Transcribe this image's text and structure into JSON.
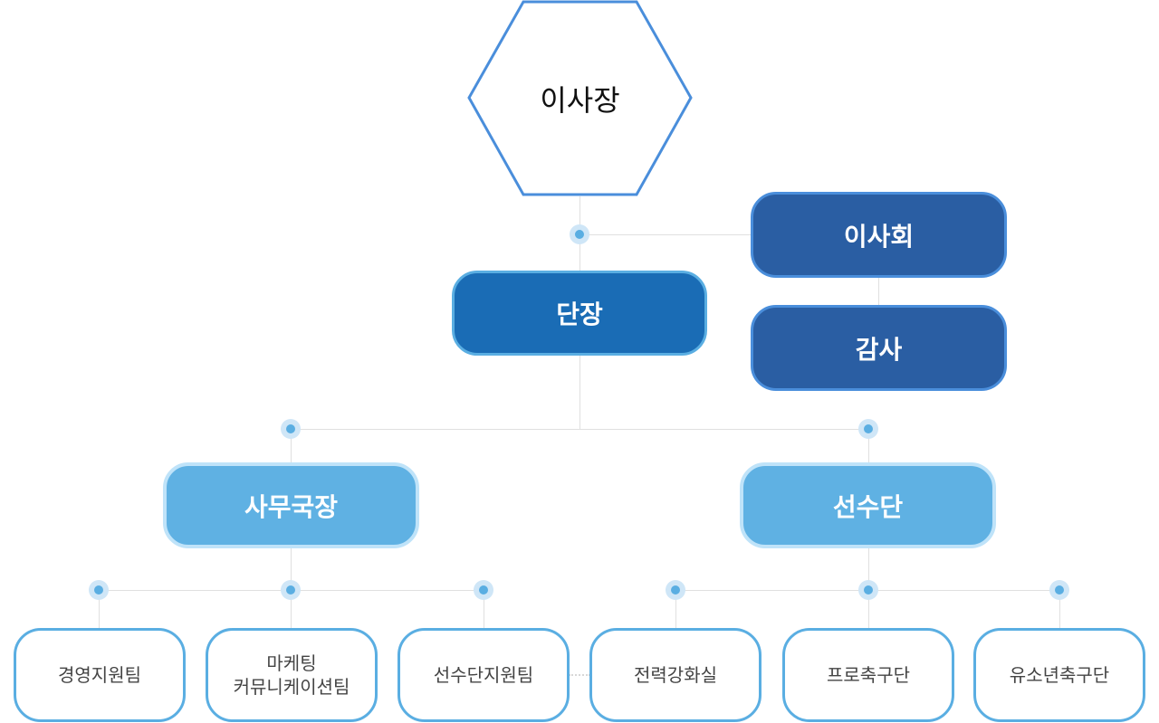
{
  "chairman": {
    "label": "이사장",
    "color": "#4a8edb"
  },
  "head": {
    "label": "단장",
    "color": "#1a6cb5"
  },
  "board": {
    "label": "이사회",
    "color": "#2a5ea3"
  },
  "auditor": {
    "label": "감사",
    "color": "#2a5ea3"
  },
  "divisions": [
    {
      "label": "사무국장",
      "color": "#5fb1e3"
    },
    {
      "label": "선수단",
      "color": "#5fb1e3"
    }
  ],
  "teams": [
    {
      "label_lines": [
        "경영지원팀"
      ]
    },
    {
      "label_lines": [
        "마케팅",
        "커뮤니케이션팀"
      ]
    },
    {
      "label_lines": [
        "선수단지원팀"
      ]
    },
    {
      "label_lines": [
        "전력강화실"
      ]
    },
    {
      "label_lines": [
        "프로축구단"
      ]
    },
    {
      "label_lines": [
        "유소년축구단"
      ]
    }
  ]
}
